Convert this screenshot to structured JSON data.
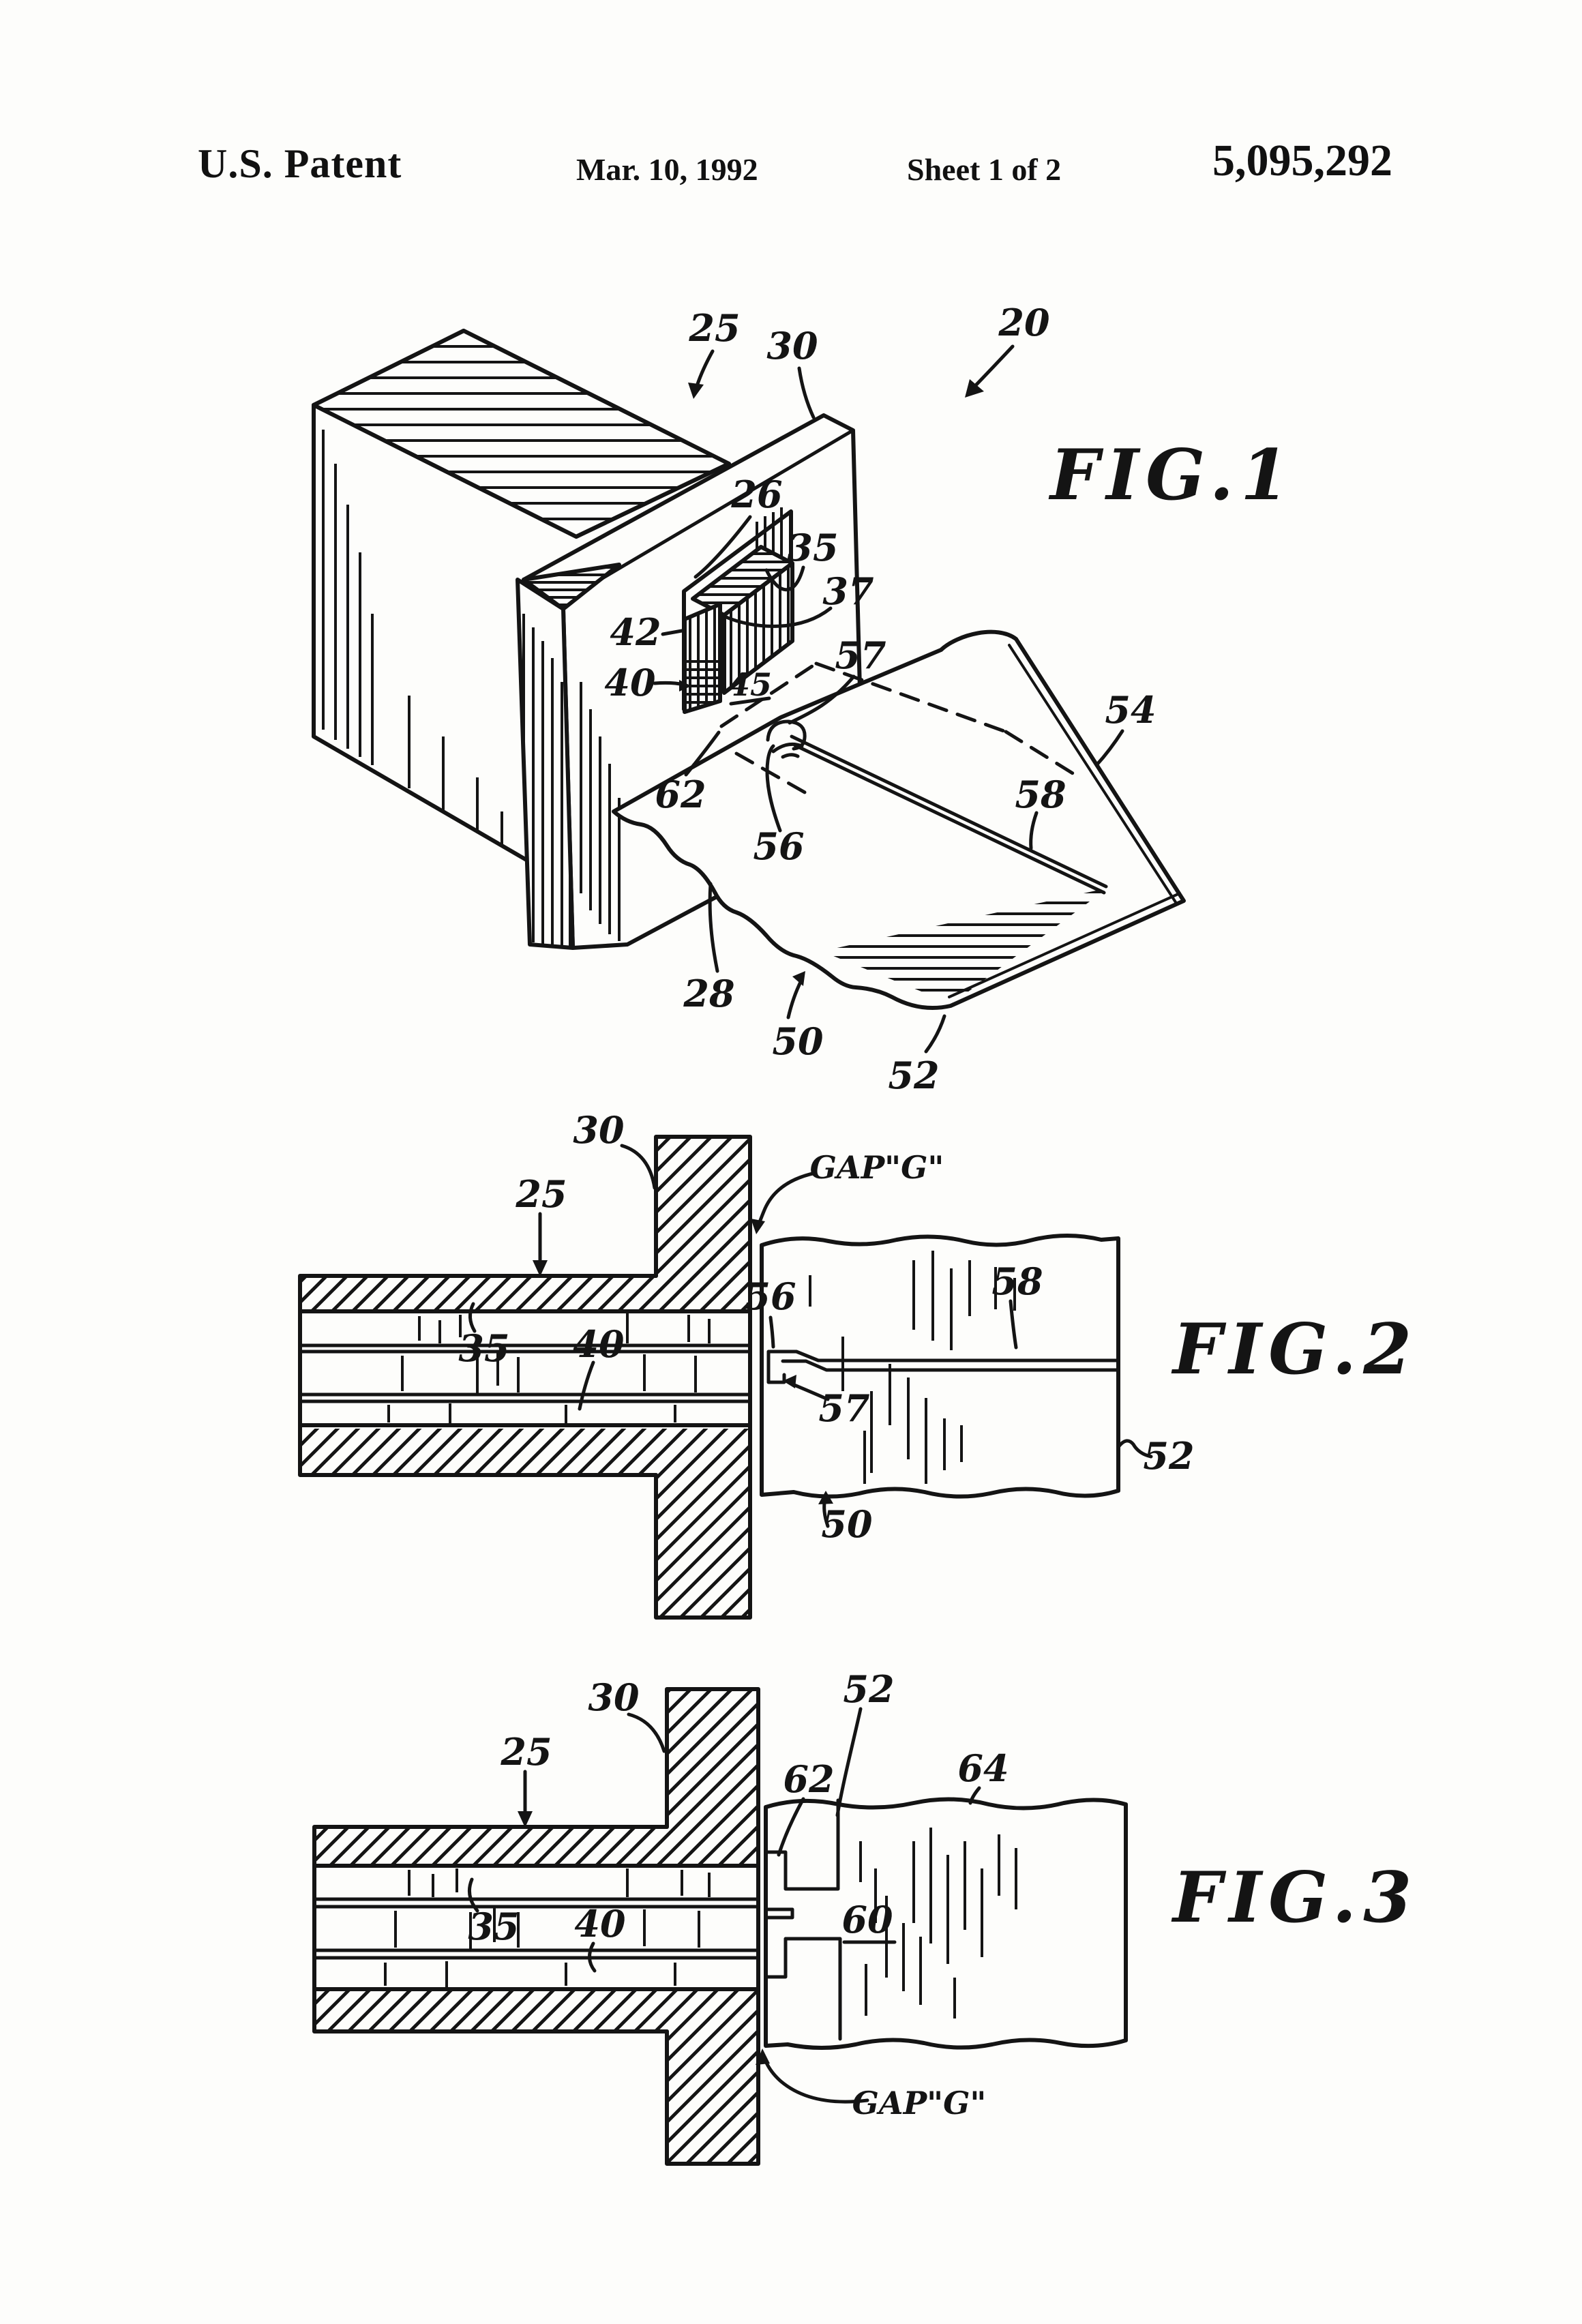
{
  "header": {
    "title": "U.S. Patent",
    "date": "Mar. 10, 1992",
    "sheet": "Sheet 1 of 2",
    "patent_number": "5,095,292"
  },
  "fig1": {
    "caption": "FIG.1",
    "labels": {
      "n20": "20",
      "n25": "25",
      "n26": "26",
      "n28": "28",
      "n30": "30",
      "n35": "35",
      "n37": "37",
      "n40": "40",
      "n42": "42",
      "n45": "45",
      "n50": "50",
      "n52": "52",
      "n54": "54",
      "n56": "56",
      "n57": "57",
      "n58": "58",
      "n62": "62"
    }
  },
  "fig2": {
    "caption": "FIG.2",
    "gap_label": "GAP\"G\"",
    "labels": {
      "n25": "25",
      "n30": "30",
      "n35": "35",
      "n40": "40",
      "n50": "50",
      "n52": "52",
      "n56": "56",
      "n57": "57",
      "n58": "58"
    }
  },
  "fig3": {
    "caption": "FIG.3",
    "gap_label": "GAP\"G\"",
    "labels": {
      "n25": "25",
      "n30": "30",
      "n35": "35",
      "n40": "40",
      "n52": "52",
      "n60": "60",
      "n62": "62",
      "n64": "64"
    }
  }
}
